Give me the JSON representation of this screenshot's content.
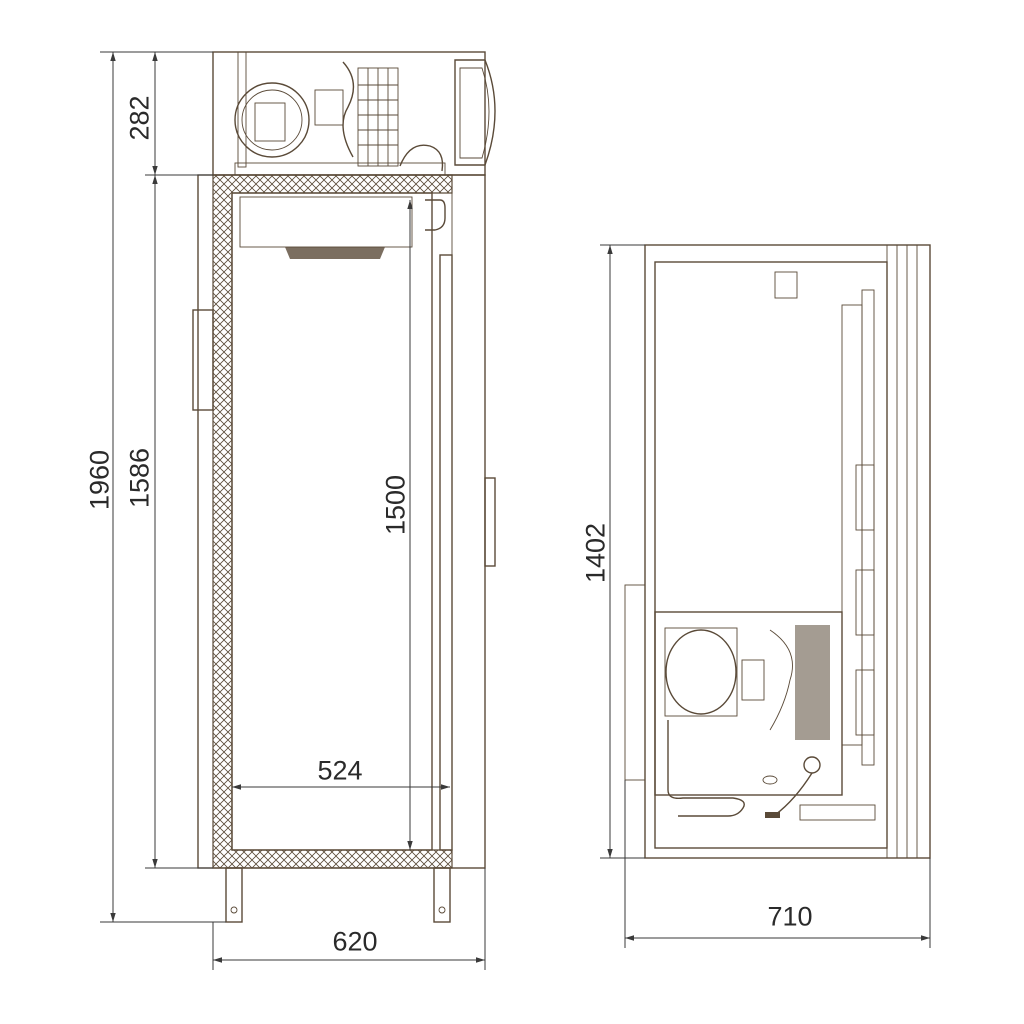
{
  "front_view": {
    "dimensions": {
      "total_height": "1960",
      "cabinet_height": "1586",
      "unit_height": "282",
      "inner_height": "1500",
      "inner_width": "524",
      "total_width": "620"
    }
  },
  "side_view": {
    "dimensions": {
      "height": "1402",
      "depth": "710"
    }
  },
  "colors": {
    "line": "#5a4a38",
    "dimension": "#3a3a3a",
    "background": "#ffffff"
  }
}
